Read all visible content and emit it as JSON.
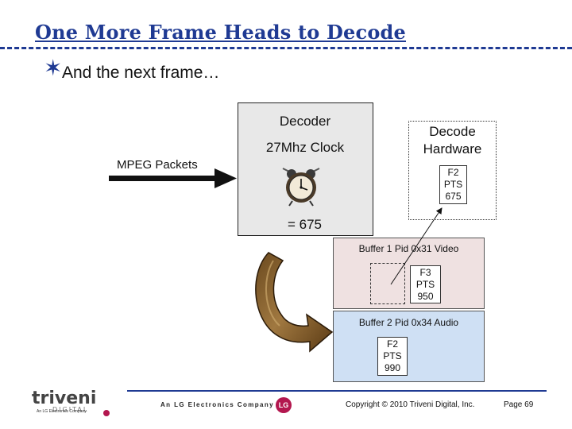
{
  "title": "One More Frame Heads to Decode",
  "bullet": "And the next frame…",
  "decoder": {
    "label": "Decoder",
    "clock_label": "27Mhz Clock",
    "clock_value": "= 675"
  },
  "decode_hardware": {
    "label": "Decode Hardware",
    "frame": {
      "name": "F2",
      "pts_label": "PTS",
      "pts": "675"
    }
  },
  "input": {
    "label": "MPEG Packets"
  },
  "buffer1": {
    "label": "Buffer 1 Pid 0x31 Video",
    "frame": {
      "name": "F3",
      "pts_label": "PTS",
      "pts": "950"
    }
  },
  "buffer2": {
    "label": "Buffer 2 Pid 0x34 Audio",
    "frame": {
      "name": "F2",
      "pts_label": "PTS",
      "pts": "990"
    }
  },
  "footer": {
    "logo_text": "triveni",
    "logo_subtext": "DIGITAL",
    "logo_tagline": "An LG Electronics Company",
    "company": "An LG Electronics Company",
    "lg_mark": "LG",
    "copyright": "Copyright © 2010 Triveni Digital, Inc.",
    "page": "Page 69"
  },
  "colors": {
    "title": "#1f3a93",
    "decoder_fill": "#e8e8e8",
    "buffer1_fill": "#efe1e1",
    "buffer2_fill": "#cfe0f4",
    "lg_mark": "#b3174f"
  }
}
